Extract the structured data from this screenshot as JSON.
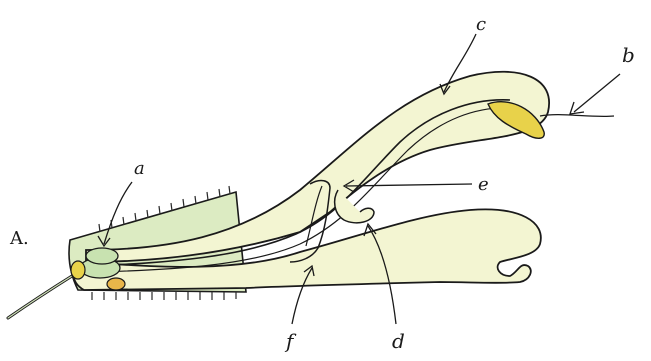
{
  "figure": {
    "labels": {
      "A": "A.",
      "a": "a",
      "b": "b",
      "c": "c",
      "d": "d",
      "e": "e",
      "f": "f"
    },
    "colors": {
      "paper": "#ffffff",
      "ink": "#1a1a1a",
      "corolla_fill": "#f3f5d2",
      "calyx_fill": "#dcebc2",
      "anther_yellow": "#e8d24a",
      "ovule_green": "#c8e2b0",
      "orange_body": "#e9b64a"
    }
  }
}
